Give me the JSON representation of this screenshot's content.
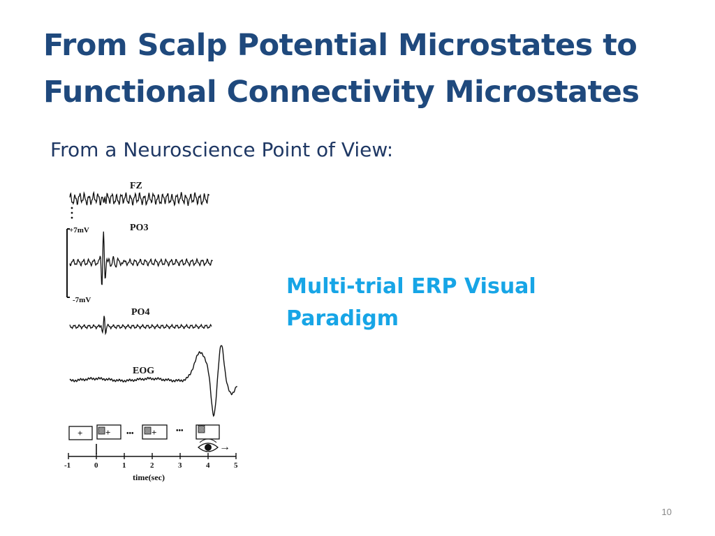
{
  "slide": {
    "title_line1": "From Scalp Potential Microstates to",
    "title_line2": "Functional Connectivity Microstates",
    "subtitle": "From a Neuroscience Point of View:",
    "highlight_line1": "Multi-trial ERP Visual",
    "highlight_line2": "Paradigm",
    "page_number": "10",
    "colors": {
      "title": "#1f497d",
      "highlight": "#17a5e6"
    }
  },
  "figure": {
    "channels": [
      "FZ",
      "PO3",
      "PO4",
      "EOG"
    ],
    "scale_top": "+7mV",
    "scale_bottom": "-7mV",
    "stimulus_plus": "+",
    "ellipsis": "•••",
    "arrow": "→",
    "x_ticks": [
      "-1",
      "0",
      "1",
      "2",
      "3",
      "4",
      "5"
    ],
    "xlabel": "time(sec)",
    "icons": [
      "eye-icon",
      "checker-stimulus-icon"
    ]
  }
}
